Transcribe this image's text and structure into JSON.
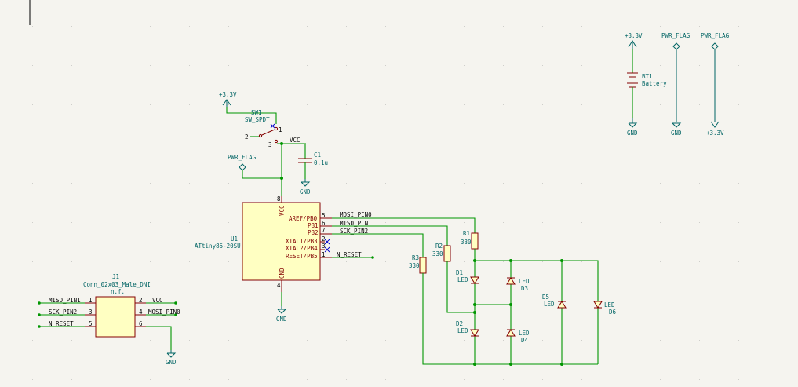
{
  "power": {
    "p33_top": "+3.3V",
    "p33_right": "+3.3V",
    "p33_bottom": "+3.3V",
    "flag_sw": "PWR_FLAG",
    "flag_a": "PWR_FLAG",
    "flag_b": "PWR_FLAG",
    "gnd_bt": "GND",
    "gnd_flag": "GND",
    "gnd_c1": "GND",
    "gnd_u1": "GND",
    "gnd_j1": "GND"
  },
  "sw1": {
    "ref": "SW1",
    "value": "SW_SPDT",
    "pin1": "1",
    "pin2": "2",
    "pin3": "3"
  },
  "c1": {
    "ref": "C1",
    "value": "0.1u"
  },
  "vcc_label": "VCC",
  "bt1": {
    "ref": "BT1",
    "value": "Battery"
  },
  "u1": {
    "ref": "U1",
    "value": "ATtiny85-20SU",
    "pin_vcc": "VCC",
    "pin_gnd": "GND",
    "num_vcc": "8",
    "num_gnd": "4",
    "pins": [
      {
        "name": "AREF/PB0",
        "num": "5"
      },
      {
        "name": "PB1",
        "num": "6"
      },
      {
        "name": "PB2",
        "num": "7"
      },
      {
        "name": "XTAL1/PB3",
        "num": "2"
      },
      {
        "name": "XTAL2/PB4",
        "num": "3"
      },
      {
        "name": "RESET/PB5",
        "num": "1"
      }
    ]
  },
  "nets": {
    "mosi": "MOSI_PIN0",
    "miso": "MISO_PIN1",
    "sck": "SCK_PIN2",
    "reset": "N_RESET"
  },
  "resistors": [
    {
      "ref": "R1",
      "value": "330"
    },
    {
      "ref": "R2",
      "value": "330"
    },
    {
      "ref": "R3",
      "value": "330"
    }
  ],
  "leds": [
    {
      "ref": "D1",
      "value": "LED"
    },
    {
      "ref": "D2",
      "value": "LED"
    },
    {
      "ref": "D3",
      "value": "LED"
    },
    {
      "ref": "D4",
      "value": "LED"
    },
    {
      "ref": "D5",
      "value": "LED"
    },
    {
      "ref": "D6",
      "value": "LED"
    }
  ],
  "j1": {
    "ref": "J1",
    "value": "Conn_02x03_Male_DNI",
    "dni": "n.f.",
    "left": [
      {
        "net": "MISO_PIN1",
        "num": "1"
      },
      {
        "net": "SCK_PIN2",
        "num": "3"
      },
      {
        "net": "N_RESET",
        "num": "5"
      }
    ],
    "right": [
      {
        "net": "VCC",
        "num": "2"
      },
      {
        "net": "MOSI_PIN0",
        "num": "4"
      },
      {
        "net": "",
        "num": "6"
      }
    ]
  }
}
